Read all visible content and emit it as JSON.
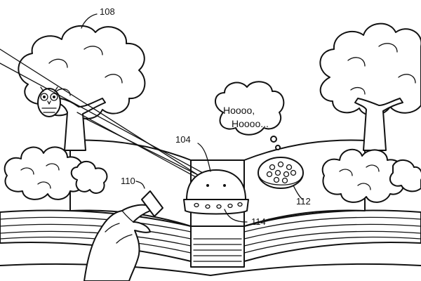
{
  "figure": {
    "labels": {
      "tree_left": "108",
      "device": "104",
      "stick": "110",
      "disc": "112",
      "lights": "114"
    },
    "speech_bubble": {
      "line1": "Hoooo,",
      "line2": "Hoooo..."
    },
    "colors": {
      "ink": "#111111",
      "paper": "#ffffff"
    }
  }
}
